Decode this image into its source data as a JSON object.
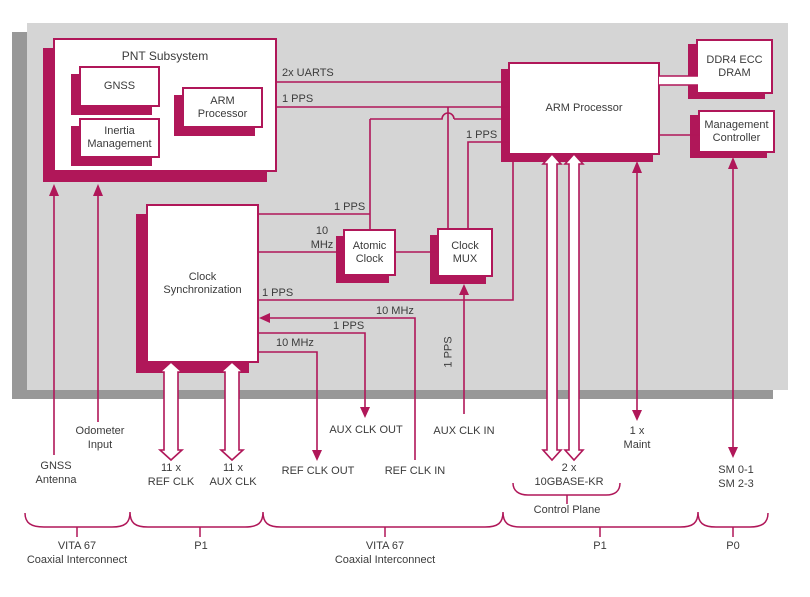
{
  "colors": {
    "accent": "#b01759",
    "panel": "#d5d5d5",
    "panel_shadow": "#989898",
    "box_fill": "#ffffff",
    "text": "#3b3b3b"
  },
  "boxes": {
    "pnt_subsystem": {
      "title": "PNT Subsystem"
    },
    "gnss": {
      "label": "GNSS"
    },
    "inertia": {
      "line1": "Inertia",
      "line2": "Management"
    },
    "arm_small": {
      "line1": "ARM",
      "line2": "Processor"
    },
    "clock_sync": {
      "line1": "Clock",
      "line2": "Synchronization"
    },
    "atomic_clock": {
      "line1": "Atomic",
      "line2": "Clock"
    },
    "clock_mux": {
      "line1": "Clock",
      "line2": "MUX"
    },
    "arm": {
      "label": "ARM Processor"
    },
    "ddr4": {
      "line1": "DDR4 ECC",
      "line2": "DRAM"
    },
    "mgmt": {
      "line1": "Management",
      "line2": "Controller"
    }
  },
  "signals": {
    "uarts": "2x UARTS",
    "pps": "1 PPS",
    "mhz10": "10 MHz",
    "mhz10_l1": "10",
    "mhz10_l2": "MHz"
  },
  "ports": {
    "gnss_antenna": {
      "line1": "GNSS",
      "line2": "Antenna"
    },
    "odometer": {
      "line1": "Odometer",
      "line2": "Input"
    },
    "ref_clk_11": {
      "line1": "11 x",
      "line2": "REF CLK"
    },
    "aux_clk_11": {
      "line1": "11 x",
      "line2": "AUX CLK"
    },
    "ref_clk_out": "REF CLK OUT",
    "aux_clk_out": "AUX CLK OUT",
    "ref_clk_in": "REF CLK IN",
    "aux_clk_in": "AUX CLK IN",
    "gbase": {
      "line1": "2 x",
      "line2": "10GBASE-KR"
    },
    "control_plane": "Control Plane",
    "maint": {
      "line1": "1 x",
      "line2": "Maint"
    },
    "sm": {
      "line1": "SM 0-1",
      "line2": "SM 2-3"
    }
  },
  "connectors": {
    "vita67_left": {
      "line1": "VITA 67",
      "line2": "Coaxial Interconnect"
    },
    "p1_left": "P1",
    "vita67_right": {
      "line1": "VITA 67",
      "line2": "Coaxial Interconnect"
    },
    "p1_right": "P1",
    "p0": "P0"
  }
}
